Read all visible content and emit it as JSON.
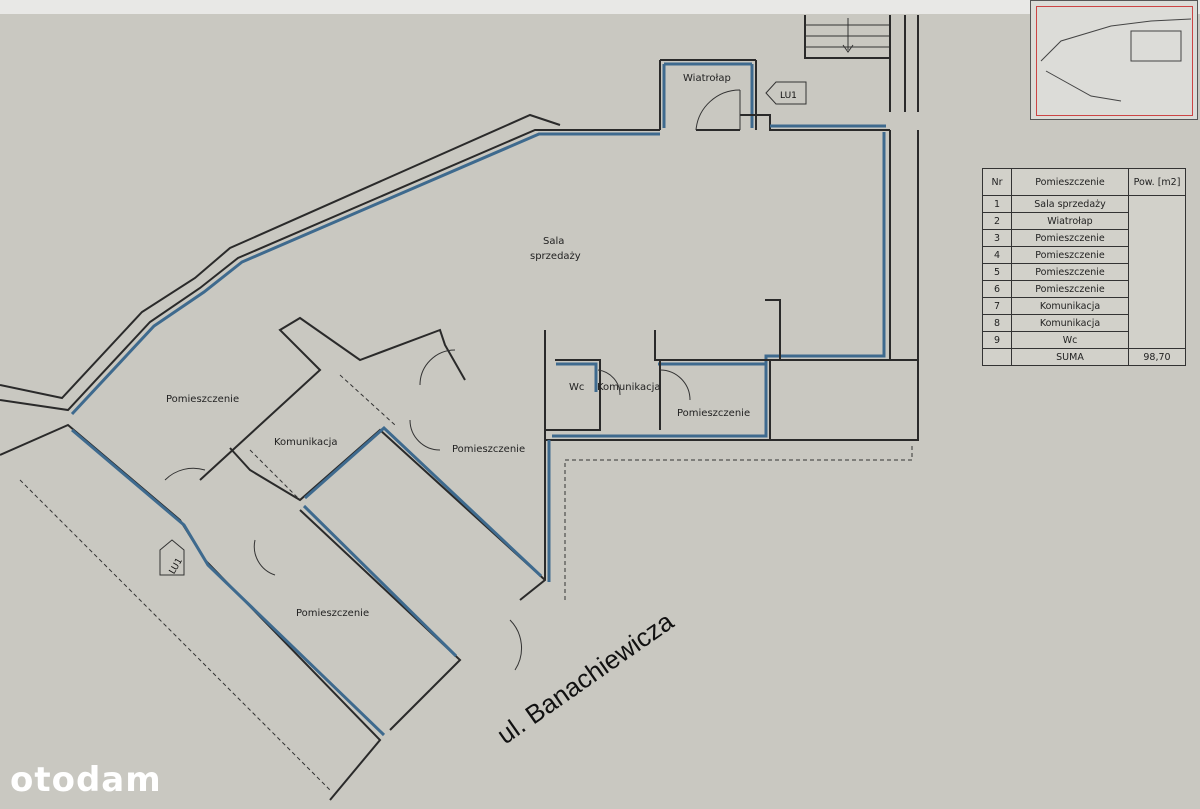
{
  "rooms": {
    "wiatrolap": "Wiatrołap",
    "sala_line1": "Sala",
    "sala_line2": "sprzedaży",
    "pom_left": "Pomieszczenie",
    "pom_center": "Pomieszczenie",
    "pom_right": "Pomieszczenie",
    "pom_bottom": "Pomieszczenie",
    "kom_left": "Komunikacja",
    "kom_right": "Komunikacja",
    "wc": "Wc"
  },
  "evacuation_label": "LU1",
  "street": "ul. Banachiewicza",
  "table": {
    "headers": {
      "nr": "Nr",
      "room": "Pomieszczenie",
      "area": "Pow. [m2]"
    },
    "rows": [
      {
        "nr": "1",
        "name": "Sala sprzedaży"
      },
      {
        "nr": "2",
        "name": "Wiatrołap"
      },
      {
        "nr": "3",
        "name": "Pomieszczenie"
      },
      {
        "nr": "4",
        "name": "Pomieszczenie"
      },
      {
        "nr": "5",
        "name": "Pomieszczenie"
      },
      {
        "nr": "6",
        "name": "Pomieszczenie"
      },
      {
        "nr": "7",
        "name": "Komunikacja"
      },
      {
        "nr": "8",
        "name": "Komunikacja"
      },
      {
        "nr": "9",
        "name": "Wc"
      }
    ],
    "sum_label": "SUMA",
    "sum_value": "98,70"
  },
  "watermark": "otodam"
}
